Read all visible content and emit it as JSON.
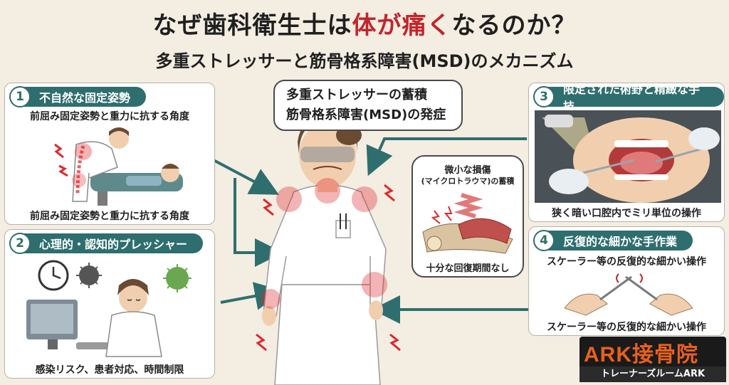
{
  "title": {
    "part1": "なぜ歯科衛生士は",
    "highlight": "体が痛く",
    "part2": "なるのか？"
  },
  "subtitle": "多重ストレッサーと筋骨格系障害(MSD)のメカニズム",
  "panels": [
    {
      "num": "1",
      "heading": "不自然な固定姿勢",
      "caption_top": "前屈み固定姿勢と重力に抗する角度",
      "caption_bottom": "前屈み固定姿勢と重力に抗する角度"
    },
    {
      "num": "2",
      "heading": "心理的・認知的プレッシャー",
      "caption_bottom": "感染リスク、患者対応、時間制限"
    },
    {
      "num": "3",
      "heading": "限定された術野と精緻な手技",
      "caption_bottom": "狭く暗い口腔内でミリ単位の操作"
    },
    {
      "num": "4",
      "heading": "反復的な細かな手作業",
      "caption_top": "スケーラー等の反復的な細かい操作",
      "caption_bottom": "スケーラー等の反復的な細かい操作"
    }
  ],
  "center_bubble": {
    "line1": "多重ストレッサーの蓄積",
    "line2": "筋骨格系障害(MSD)の発症"
  },
  "micro_bubble": {
    "line1": "微小な損傷",
    "line2": "(マイクロトラウマ)の蓄積",
    "line3": "十分な回復期間なし"
  },
  "logo": {
    "main": "ARK接骨院",
    "sub": "トレーナーズルームARK"
  },
  "colors": {
    "accent": "#2f6e6e",
    "highlight": "#c0262c",
    "pain": "#e0262c",
    "background": "#f3ede2"
  }
}
